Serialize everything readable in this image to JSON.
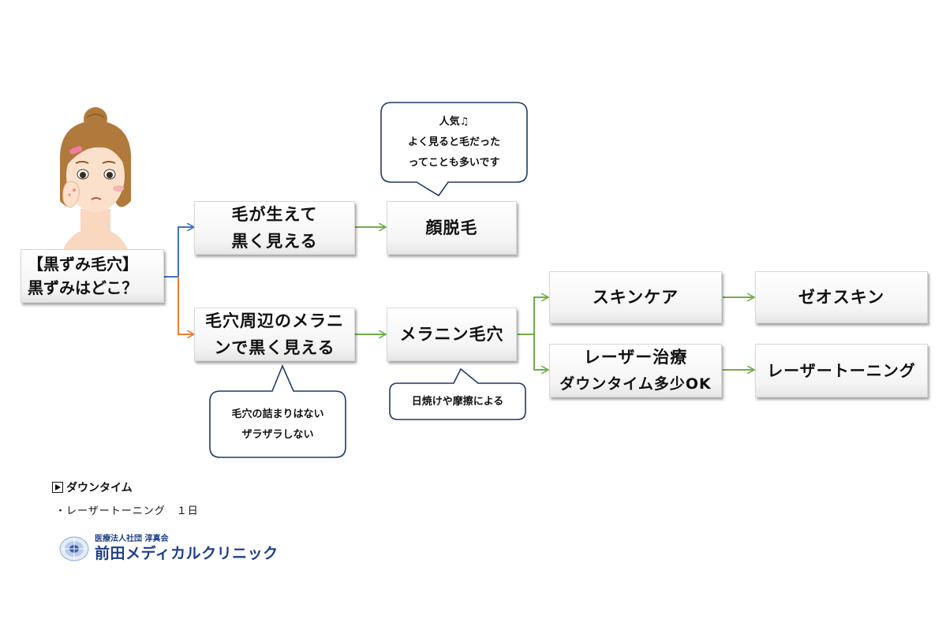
{
  "title": {
    "line1": "【黒ずみ毛穴】",
    "line2": "黒ずみはどこ？"
  },
  "nodes": {
    "hair_visible": {
      "line1": "毛が生えて",
      "line2": "黒く見える"
    },
    "face_hair_removal": {
      "line1": "顔脱毛"
    },
    "melanin_around_pore": {
      "line1": "毛穴周辺のメラニ",
      "line2": "ンで黒く見える"
    },
    "melanin_pore": {
      "line1": "メラニン毛穴"
    },
    "skincare": {
      "line1": "スキンケア"
    },
    "zo_skin": {
      "line1": "ゼオスキン"
    },
    "laser_treatment": {
      "line1": "レーザー治療",
      "line2": "ダウンタイム多少OK"
    },
    "laser_toning": {
      "line1": "レーザートーニング"
    }
  },
  "bubbles": {
    "popular": {
      "line1": "人気♫",
      "line2": "よく見ると毛だった",
      "line3": "ってことも多いです"
    },
    "no_clog": {
      "line1": "毛穴の詰まりはない",
      "line2": "ザラザラしない"
    },
    "sunburn": {
      "line1": "日焼けや摩擦による"
    }
  },
  "downtime": {
    "heading": "ダウンタイム",
    "item": "・レーザートーニング　１日"
  },
  "clinic": {
    "sub": "医療法人社団 淳真会",
    "name": "前田メディカルクリニック"
  },
  "colors": {
    "blue_arrow": "#4472c4",
    "orange_arrow": "#ed7d31",
    "green_arrow": "#70ad47",
    "clinic_blue": "#1f3f8a"
  }
}
